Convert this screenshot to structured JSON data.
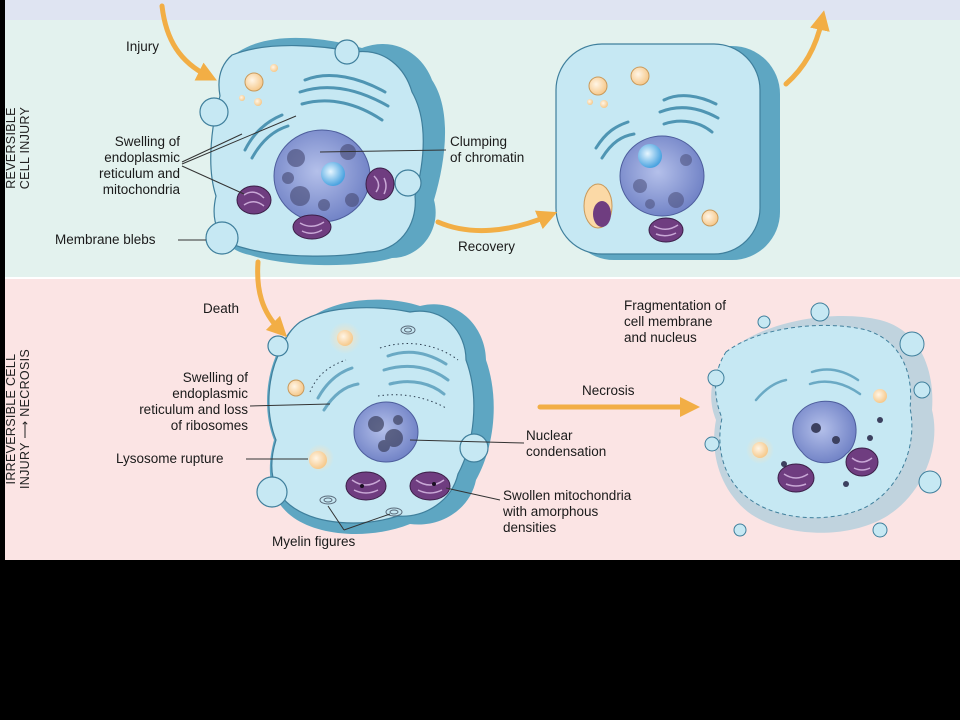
{
  "colors": {
    "top_band": "#dfe4f2",
    "reversible_bg": "#e3f2ee",
    "irreversible_bg": "#fbe4e4",
    "cell_fill": "#c6e8f3",
    "cell_shadow": "#5ea6c2",
    "arrow": "#f2ae45",
    "nucleus": "#8d9fd6",
    "mitochondria": "#6f3d80",
    "lysosome": "#fbd9a6"
  },
  "panels": {
    "reversible": {
      "line1": "REVERSIBLE",
      "line2": "CELL INJURY"
    },
    "irreversible": {
      "line1": "IRREVERSIBLE CELL",
      "line2_a": "INJURY",
      "arrow_glyph": "⟶",
      "line2_b": "NECROSIS"
    }
  },
  "labels": {
    "injury": "Injury",
    "swelling_er_mito": "Swelling of\nendoplasmic\nreticulum and\nmitochondria",
    "membrane_blebs": "Membrane blebs",
    "clumping_chromatin": "Clumping\nof chromatin",
    "recovery": "Recovery",
    "death": "Death",
    "swelling_er_ribo": "Swelling of\nendoplasmic\nreticulum and loss\nof ribosomes",
    "lysosome_rupture": "Lysosome rupture",
    "myelin_figures": "Myelin figures",
    "nuclear_condensation": "Nuclear\ncondensation",
    "swollen_mito": "Swollen mitochondria\nwith amorphous\ndensities",
    "necrosis": "Necrosis",
    "fragmentation": "Fragmentation of\ncell membrane\nand nucleus"
  }
}
